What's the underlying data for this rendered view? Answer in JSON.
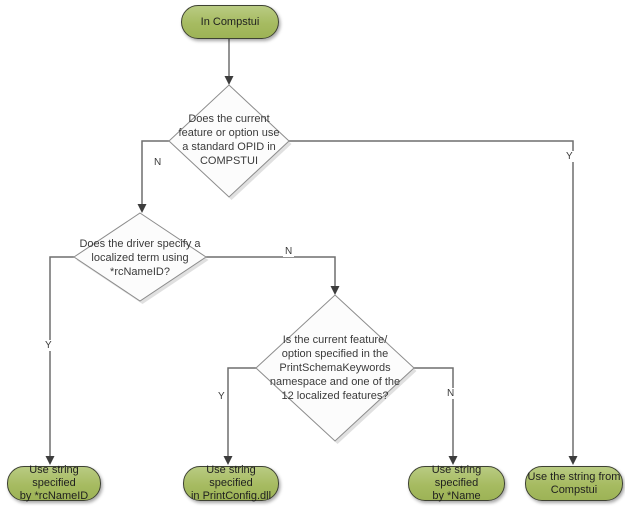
{
  "diagram": {
    "type": "flowchart",
    "nodes": {
      "start": {
        "type": "terminator",
        "label": "In Compstui"
      },
      "decision_opid": {
        "type": "decision",
        "label": "Does the current\nfeature or option use\na standard OPID in\nCOMPSTUI"
      },
      "decision_rcnameid": {
        "type": "decision",
        "label": "Does the driver specify a\nlocalized term using\n*rcNameID?"
      },
      "decision_printschema": {
        "type": "decision",
        "label": "Is the current feature/\noption specified in the\nPrintSchemaKeywords\nnamespace and one of the\n12 localized features?"
      },
      "result_rcnameid": {
        "type": "terminator",
        "label": "Use string specified\nby *rcNameID"
      },
      "result_printconfig": {
        "type": "terminator",
        "label": "Use string specified\nin PrintConfig.dll"
      },
      "result_name": {
        "type": "terminator",
        "label": "Use string specified\nby *Name"
      },
      "result_compstui": {
        "type": "terminator",
        "label": "Use the string from\nCompstui"
      }
    },
    "edge_labels": {
      "opid_no": "N",
      "opid_yes": "Y",
      "rcnameid_yes": "Y",
      "rcnameid_no": "N",
      "printschema_yes": "Y",
      "printschema_no": "N"
    },
    "colors": {
      "terminator_fill": "#a6bb61",
      "terminator_border": "#3e4233",
      "decision_fill": "#fcfcfc",
      "decision_border": "#8c8c8c",
      "connector": "#6f6f6f",
      "arrowhead": "#3d3d3d",
      "background": "#ffffff"
    }
  }
}
